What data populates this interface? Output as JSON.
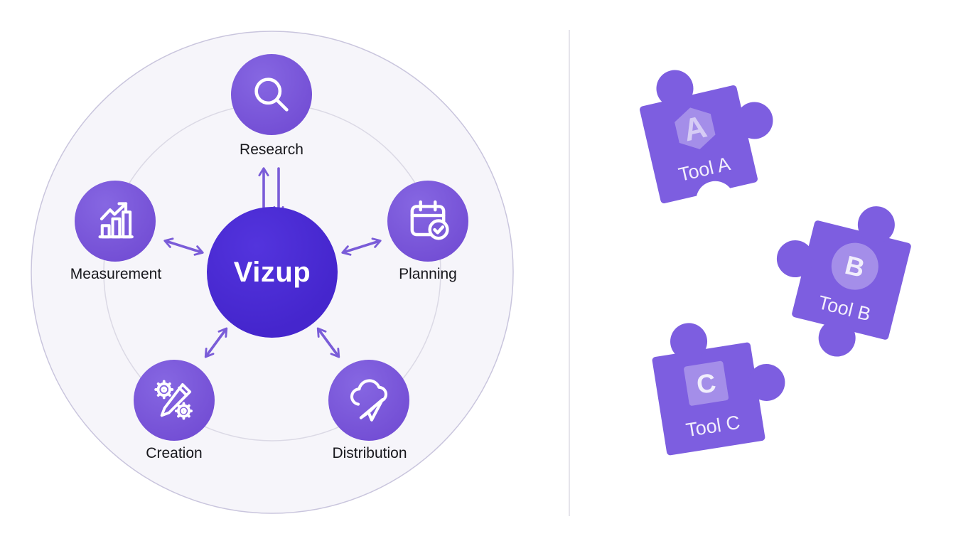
{
  "diagram": {
    "center": {
      "label": "Vizup"
    },
    "nodes": [
      {
        "id": "research",
        "label": "Research",
        "icon": "magnifier-icon"
      },
      {
        "id": "measurement",
        "label": "Measurement",
        "icon": "bar-chart-icon"
      },
      {
        "id": "planning",
        "label": "Planning",
        "icon": "calendar-check-icon"
      },
      {
        "id": "creation",
        "label": "Creation",
        "icon": "pencil-gears-icon"
      },
      {
        "id": "distribution",
        "label": "Distribution",
        "icon": "cloud-send-icon"
      }
    ],
    "connections": "bidirectional arrows between Vizup hub and all five nodes"
  },
  "tools": [
    {
      "label": "Tool A",
      "badge_letter": "A",
      "badge_shape": "hexagon"
    },
    {
      "label": "Tool B",
      "badge_letter": "B",
      "badge_shape": "circle"
    },
    {
      "label": "Tool C",
      "badge_letter": "C",
      "badge_shape": "square"
    }
  ],
  "colors": {
    "center_circle": "#4B2BD3",
    "node_circle": "#7B5BD9",
    "arrow": "#7A5CD8",
    "puzzle": "#7D5EE0",
    "outer_ring_fill": "#F6F5FA",
    "outer_ring_border": "#C9C5DD",
    "inner_ring_border": "#DBD9E5",
    "label_text": "#17171C",
    "divider": "#E5E4EB"
  }
}
